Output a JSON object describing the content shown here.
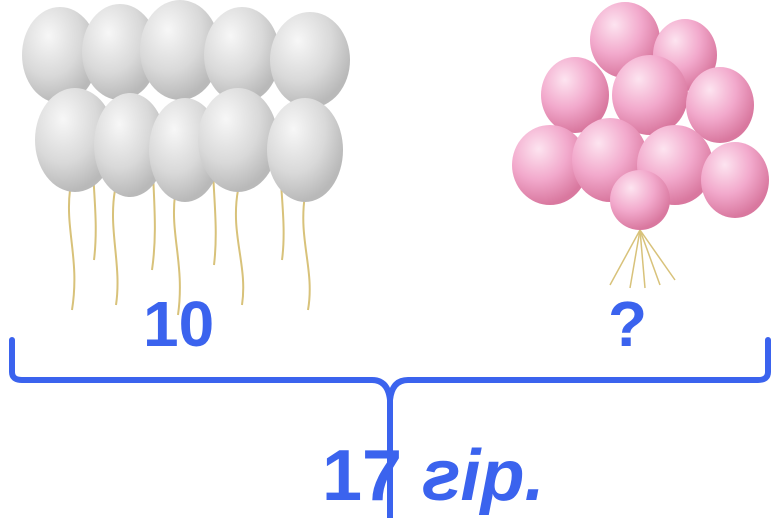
{
  "left_count": "10",
  "right_count": "?",
  "total_number": "17",
  "total_unit": "гір.",
  "colors": {
    "text": "#3b63ee",
    "brace": "#3b63ee",
    "white_balloon": "#dcdcdc",
    "pink_balloon": "#f2a9cc"
  },
  "illustrations": {
    "left": "white-balloons-bunch",
    "right": "pink-balloons-bunch"
  }
}
